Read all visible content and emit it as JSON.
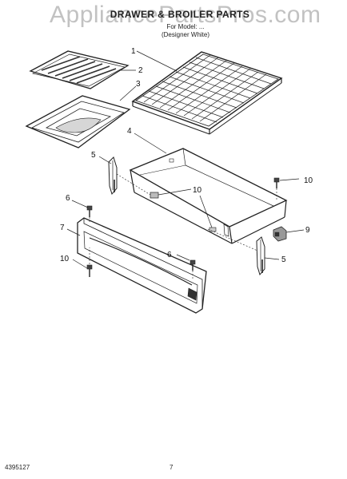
{
  "header": {
    "watermark": "AppliancePartsPros.com",
    "title": "DRAWER & BROILER PARTS",
    "model_line": "For Model: ...",
    "variant_line": "(Designer White)"
  },
  "callouts": {
    "c1": "1",
    "c2": "2",
    "c3": "3",
    "c4": "4",
    "c5a": "5",
    "c5b": "5",
    "c6a": "6",
    "c6b": "6",
    "c7": "7",
    "c9": "9",
    "c10a": "10",
    "c10b": "10",
    "c10c": "10"
  },
  "footer": {
    "doc_number": "4395127",
    "page_number": "7"
  }
}
